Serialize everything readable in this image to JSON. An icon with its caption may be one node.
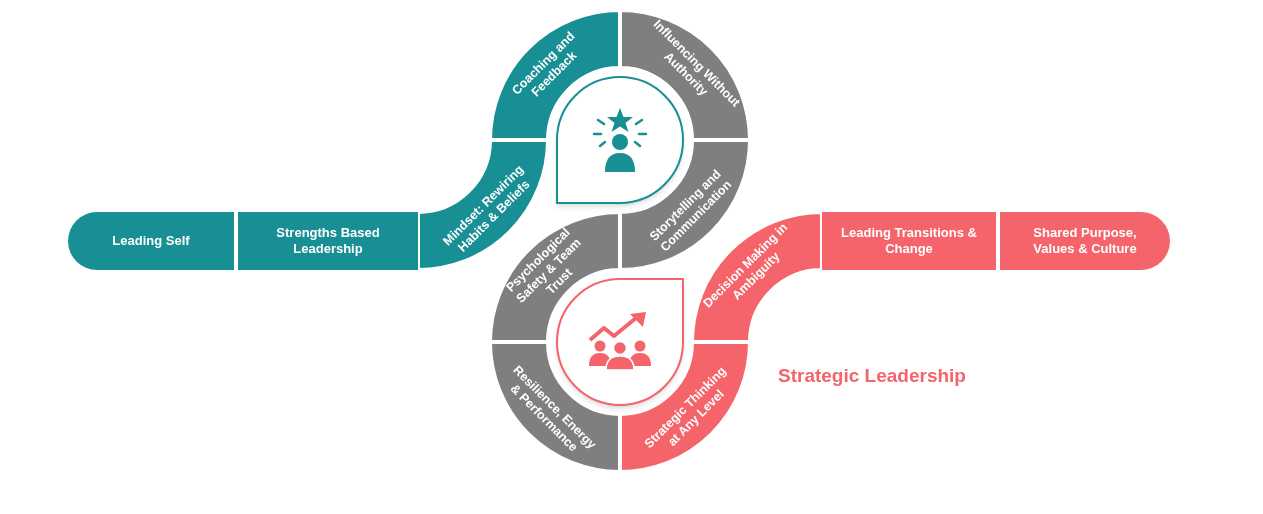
{
  "diagram": {
    "nodes": [
      {
        "text": [
          "Coaching and Feedback"
        ]
      },
      {
        "text": [
          "Influencing Without Authority"
        ]
      },
      {
        "text": [
          "Mindset: Rewiring Habits & Beliefs"
        ]
      },
      {
        "text": [
          "Storytelling and Communication"
        ]
      },
      {
        "text": [
          "Leading Self"
        ]
      },
      {
        "text": [
          "Strengths Based Leadership"
        ]
      },
      {
        "text": [
          "Psychological Safety & Team Trust"
        ]
      },
      {
        "text": [
          "Decision Making in Ambiguity"
        ]
      },
      {
        "text": [
          "Leading Transitions & Change"
        ]
      },
      {
        "text": [
          "Shared Purpose, Values & Culture"
        ]
      },
      {
        "text": [
          "Resilience, Energy & Performance"
        ]
      },
      {
        "text": [
          "Strategic Thinking at Any Level"
        ]
      }
    ],
    "labels": [
      "Strategic Leadership"
    ]
  }
}
